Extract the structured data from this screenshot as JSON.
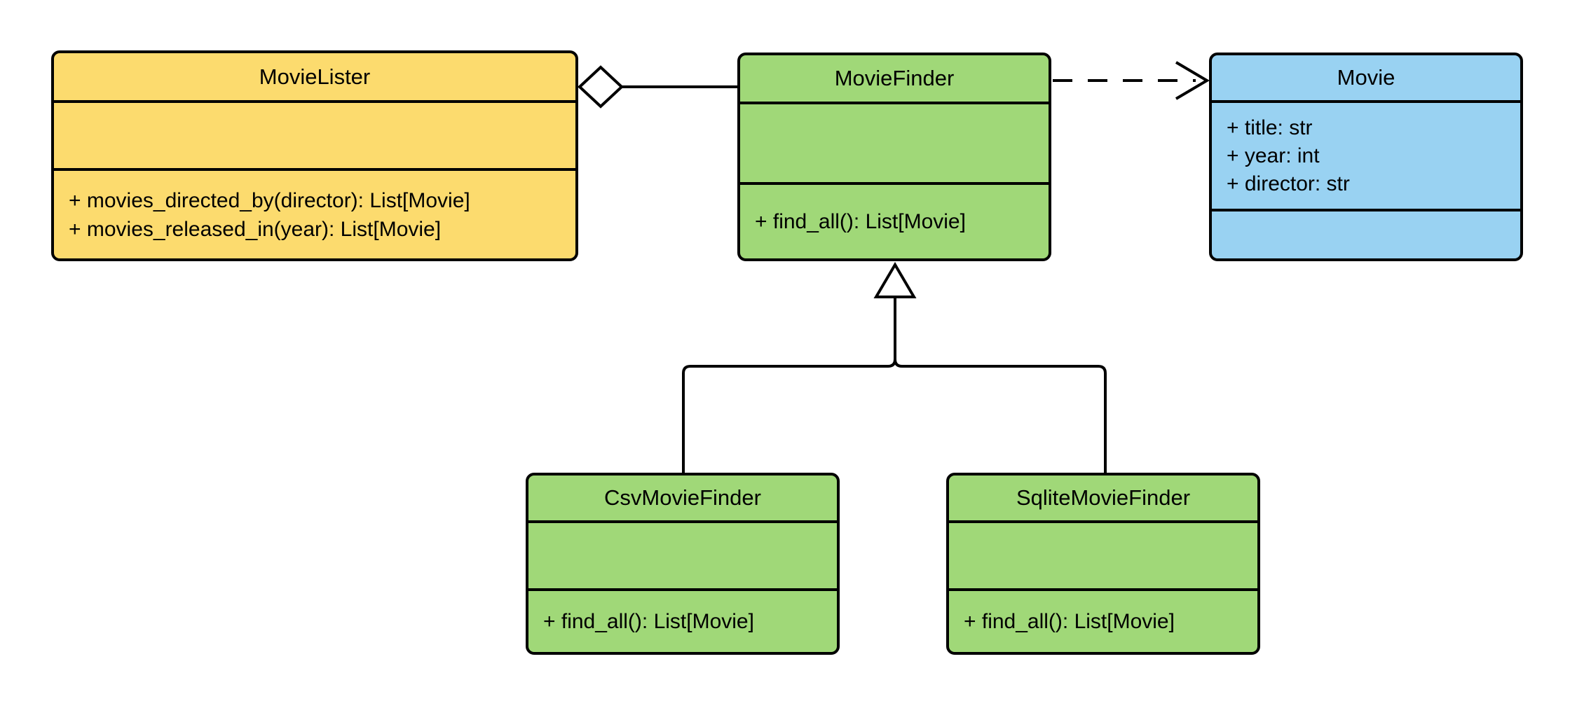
{
  "canvas": {
    "background": "#ffffff",
    "line_color": "#000000",
    "text_color": "#000000"
  },
  "classes": [
    {
      "name": "MovieLister",
      "fill": "#fcdb6e",
      "attributes": [],
      "methods": [
        "+ movies_directed_by(director): List[Movie]",
        "+ movies_released_in(year): List[Movie]"
      ]
    },
    {
      "name": "MovieFinder",
      "fill": "#a0d878",
      "attributes": [],
      "methods": [
        "+ find_all(): List[Movie]"
      ]
    },
    {
      "name": "Movie",
      "fill": "#99d2f2",
      "attributes": [
        "+ title: str",
        "+ year: int",
        "+ director: str"
      ],
      "methods": []
    },
    {
      "name": "CsvMovieFinder",
      "fill": "#a0d878",
      "attributes": [],
      "methods": [
        "+ find_all(): List[Movie]"
      ]
    },
    {
      "name": "SqliteMovieFinder",
      "fill": "#a0d878",
      "attributes": [],
      "methods": [
        "+ find_all(): List[Movie]"
      ]
    }
  ],
  "relationships": [
    {
      "type": "aggregation",
      "source": "MovieLister",
      "target": "MovieFinder",
      "notation": "solid line, hollow diamond at MovieLister"
    },
    {
      "type": "dependency",
      "source": "MovieFinder",
      "target": "Movie",
      "notation": "dashed line, open arrowhead at Movie"
    },
    {
      "type": "generalization",
      "source": "CsvMovieFinder",
      "target": "MovieFinder",
      "notation": "solid line, hollow triangle at MovieFinder"
    },
    {
      "type": "generalization",
      "source": "SqliteMovieFinder",
      "target": "MovieFinder",
      "notation": "solid line, hollow triangle at MovieFinder"
    }
  ]
}
